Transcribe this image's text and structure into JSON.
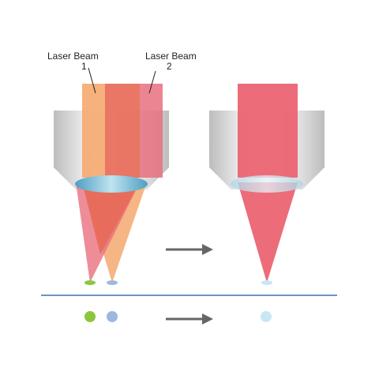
{
  "labels": {
    "beam1_name": "Laser Beam",
    "beam1_number": "1",
    "beam2_name": "Laser Beam",
    "beam2_number": "2"
  },
  "colors": {
    "beam1": "#F5A86E",
    "beam2": "#E8707E",
    "overlap": "#E86A58",
    "combined_beam": "#EC6473",
    "housing": "#D2D2D2",
    "lens": "#6AB6D2",
    "spot1": "#8CC63F",
    "spot2": "#9DB8DE",
    "combined_spot": "#C9E6F4",
    "focal_plane": "#3A6FA8",
    "arrow": "#666666"
  }
}
